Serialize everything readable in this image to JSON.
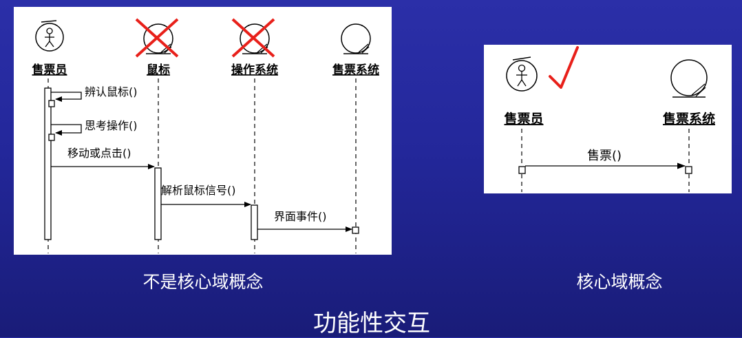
{
  "left_diagram": {
    "objects": [
      "售票员",
      "鼠标",
      "操作系统",
      "售票系统"
    ],
    "messages": [
      "辨认鼠标()",
      "思考操作()",
      "移动或点击()",
      "解析鼠标信号()",
      "界面事件()"
    ],
    "caption": "不是核心域概念"
  },
  "right_diagram": {
    "objects": [
      "售票员",
      "售票系统"
    ],
    "messages": [
      "售票()"
    ],
    "caption": "核心域概念"
  },
  "title": "功能性交互",
  "colors": {
    "background": "#2326a0",
    "reject_mark": "#e8201a",
    "accept_mark": "#e8201a",
    "ink": "#000000"
  },
  "icons": [
    "actor-icon",
    "control-object-icon",
    "red-cross-icon",
    "red-checkmark-icon"
  ]
}
